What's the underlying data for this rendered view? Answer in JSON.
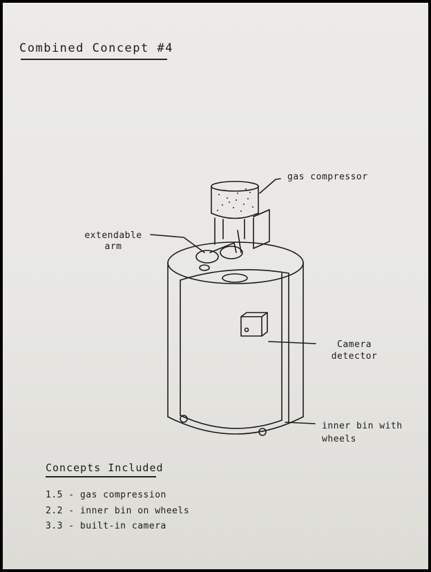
{
  "title": "Combined Concept #4",
  "labels": {
    "gas_compressor": "gas compressor",
    "extendable_arm": "extendable arm",
    "camera_detector": "Camera detector",
    "inner_bin": "inner bin with wheels"
  },
  "concepts": {
    "heading": "Concepts Included",
    "items": [
      "1.5 - gas compression",
      "2.2 - inner bin on wheels",
      "3.3 - built-in camera"
    ]
  },
  "colors": {
    "paper": "#ecebe7",
    "ink": "#1c1c1c",
    "frame": "#000000"
  }
}
